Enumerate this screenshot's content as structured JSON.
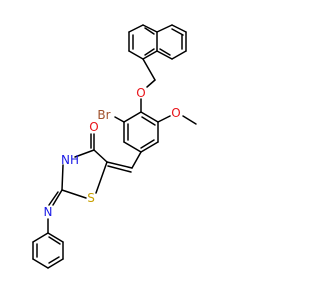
{
  "molecule": {
    "atoms": {
      "br": {
        "symbol": "Br",
        "color": "#a0522d"
      },
      "o_ether": {
        "symbol": "O",
        "color": "#e8141a"
      },
      "o_methoxy": {
        "symbol": "O",
        "color": "#e8141a"
      },
      "o_carbonyl": {
        "symbol": "O",
        "color": "#e8141a"
      },
      "nh": {
        "symbol": "NH",
        "color": "#1a1ae6"
      },
      "n_imine": {
        "symbol": "N",
        "color": "#1a1ae6"
      },
      "s": {
        "symbol": "S",
        "color": "#c8a000"
      }
    },
    "bond_color": "#000000"
  }
}
